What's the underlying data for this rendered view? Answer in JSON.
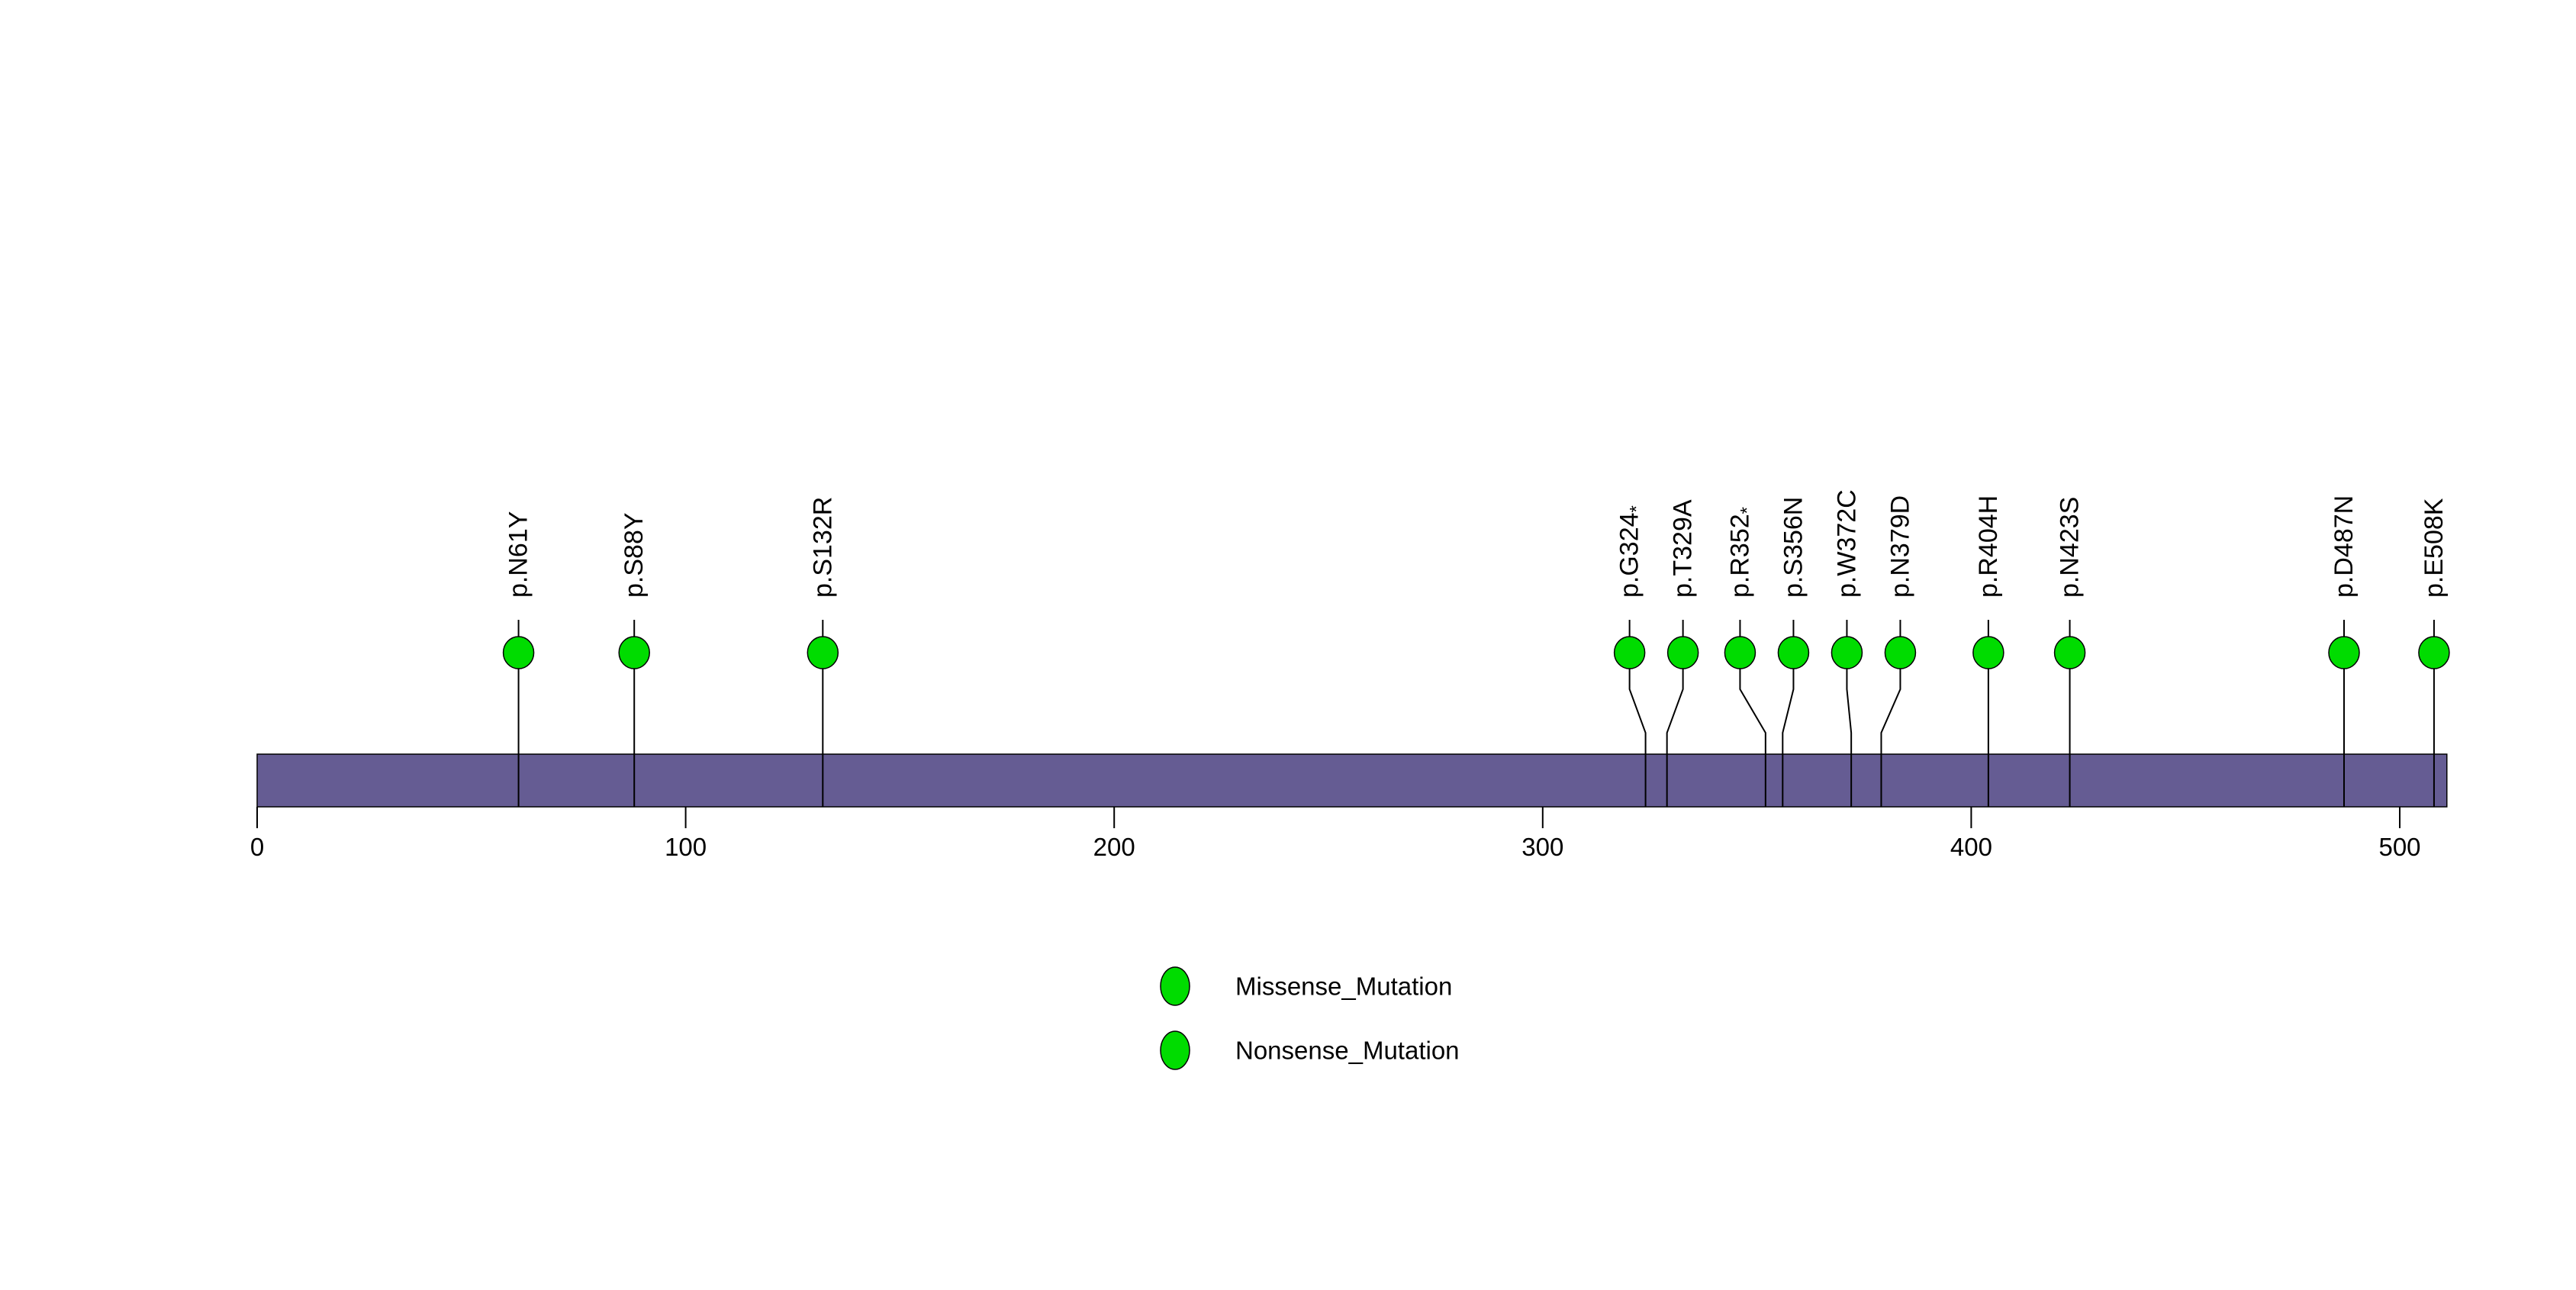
{
  "chart_data": {
    "type": "lollipop",
    "title": "",
    "gene_bar": {
      "start": 0,
      "end": 511,
      "color": "#655C93",
      "border_color": "#000000"
    },
    "x_axis": {
      "min": 0,
      "max": 511,
      "ticks": [
        "0",
        "100",
        "200",
        "300",
        "400",
        "500"
      ]
    },
    "mutations": [
      {
        "label": "p.N61Y",
        "suffix": "",
        "position": 61,
        "type": "Missense_Mutation"
      },
      {
        "label": "p.S88Y",
        "suffix": "",
        "position": 88,
        "type": "Missense_Mutation"
      },
      {
        "label": "p.S132R",
        "suffix": "",
        "position": 132,
        "type": "Missense_Mutation"
      },
      {
        "label": "p.G324",
        "suffix": "*",
        "position": 324,
        "type": "Nonsense_Mutation"
      },
      {
        "label": "p.T329A",
        "suffix": "",
        "position": 329,
        "type": "Missense_Mutation"
      },
      {
        "label": "p.R352",
        "suffix": "*",
        "position": 352,
        "type": "Nonsense_Mutation"
      },
      {
        "label": "p.S356N",
        "suffix": "",
        "position": 356,
        "type": "Missense_Mutation"
      },
      {
        "label": "p.W372C",
        "suffix": "",
        "position": 372,
        "type": "Missense_Mutation"
      },
      {
        "label": "p.N379D",
        "suffix": "",
        "position": 379,
        "type": "Missense_Mutation"
      },
      {
        "label": "p.R404H",
        "suffix": "",
        "position": 404,
        "type": "Missense_Mutation"
      },
      {
        "label": "p.N423S",
        "suffix": "",
        "position": 423,
        "type": "Missense_Mutation"
      },
      {
        "label": "p.D487N",
        "suffix": "",
        "position": 487,
        "type": "Missense_Mutation"
      },
      {
        "label": "p.E508K",
        "suffix": "",
        "position": 508,
        "type": "Missense_Mutation"
      }
    ],
    "mutation_colors": {
      "Missense_Mutation": "#00DC00",
      "Nonsense_Mutation": "#00DC00"
    },
    "marker_border_color": "#000000",
    "legend": [
      {
        "label": "Missense_Mutation",
        "color": "#00DC00"
      },
      {
        "label": "Nonsense_Mutation",
        "color": "#00DC00"
      }
    ]
  }
}
